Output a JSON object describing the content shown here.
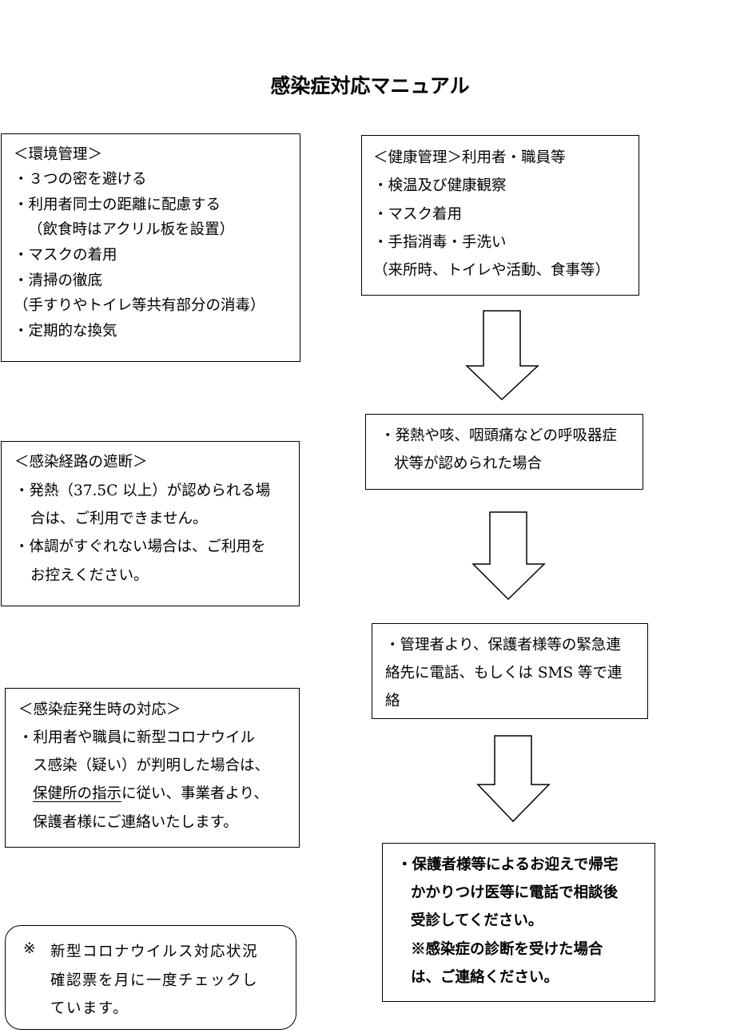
{
  "title": "感染症対応マニュアル",
  "environment": {
    "heading": "＜環境管理＞",
    "items": [
      "・３つの密を避ける",
      "・利用者同士の距離に配慮する",
      "（飲食時はアクリル板を設置）",
      "・マスクの着用",
      "・清掃の徹底",
      "（手すりやトイレ等共有部分の消毒）",
      "・定期的な換気"
    ]
  },
  "health": {
    "heading": "＜健康管理＞利用者・職員等",
    "items": [
      "・検温及び健康観察",
      "・マスク着用",
      "・手指消毒・手洗い",
      "（来所時、トイレや活動、食事等）"
    ]
  },
  "symptoms": {
    "lines": [
      "・発熱や咳、咽頭痛などの呼吸器症",
      "状等が認められた場合"
    ]
  },
  "route": {
    "heading": "＜感染経路の遮断＞",
    "lines": [
      "・発熱（37.5C 以上）が認められる場",
      "合は、ご利用できません。",
      "・体調がすぐれない場合は、ご利用を",
      "お控えください。"
    ]
  },
  "contact": {
    "lines": [
      "・管理者より、保護者様等の緊急連",
      "絡先に電話、もしくは SMS 等で連",
      "絡"
    ]
  },
  "outbreak": {
    "heading": "＜感染症発生時の対応＞",
    "line1": "・利用者や職員に新型コロナウイル",
    "line2": "ス感染（疑い）が判明した場合は、",
    "line3_underlined": "保健所の指示",
    "line3_rest": "に従い、事業者より、",
    "line4": "保護者様にご連絡いたします。"
  },
  "pickup": {
    "lines": [
      "・保護者様等によるお迎えで帰宅",
      "かかりつけ医等に電話で相談後",
      "受診してください。",
      "※感染症の診断を受けた場合",
      "は、ご連絡ください。"
    ]
  },
  "note": {
    "mark": "※",
    "lines": [
      "新型コロナウイルス対応状況",
      "確認票を月に一度チェックし",
      "ています。"
    ]
  }
}
